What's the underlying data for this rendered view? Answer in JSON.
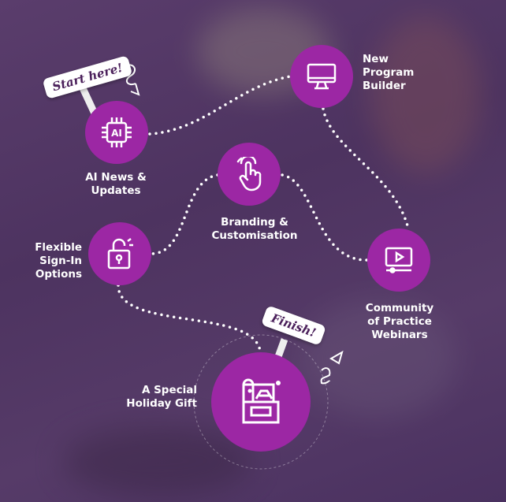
{
  "signs": {
    "start": "Start here!",
    "finish": "Finish!"
  },
  "steps": [
    {
      "label": "AI News & Updates",
      "icon": "ai-chip-icon"
    },
    {
      "label": "New Program Builder",
      "icon": "monitor-icon"
    },
    {
      "label": "Branding & Customisation",
      "icon": "tap-hand-icon"
    },
    {
      "label": "Community of Practice Webinars",
      "icon": "video-player-icon"
    },
    {
      "label": "Flexible Sign-In Options",
      "icon": "unlock-icon"
    },
    {
      "label": "A Special Holiday Gift",
      "icon": "treasure-chest-icon"
    }
  ],
  "colors": {
    "node": "#9c27a4",
    "background": "#4f3462",
    "sign_text": "#4a1f5a"
  }
}
